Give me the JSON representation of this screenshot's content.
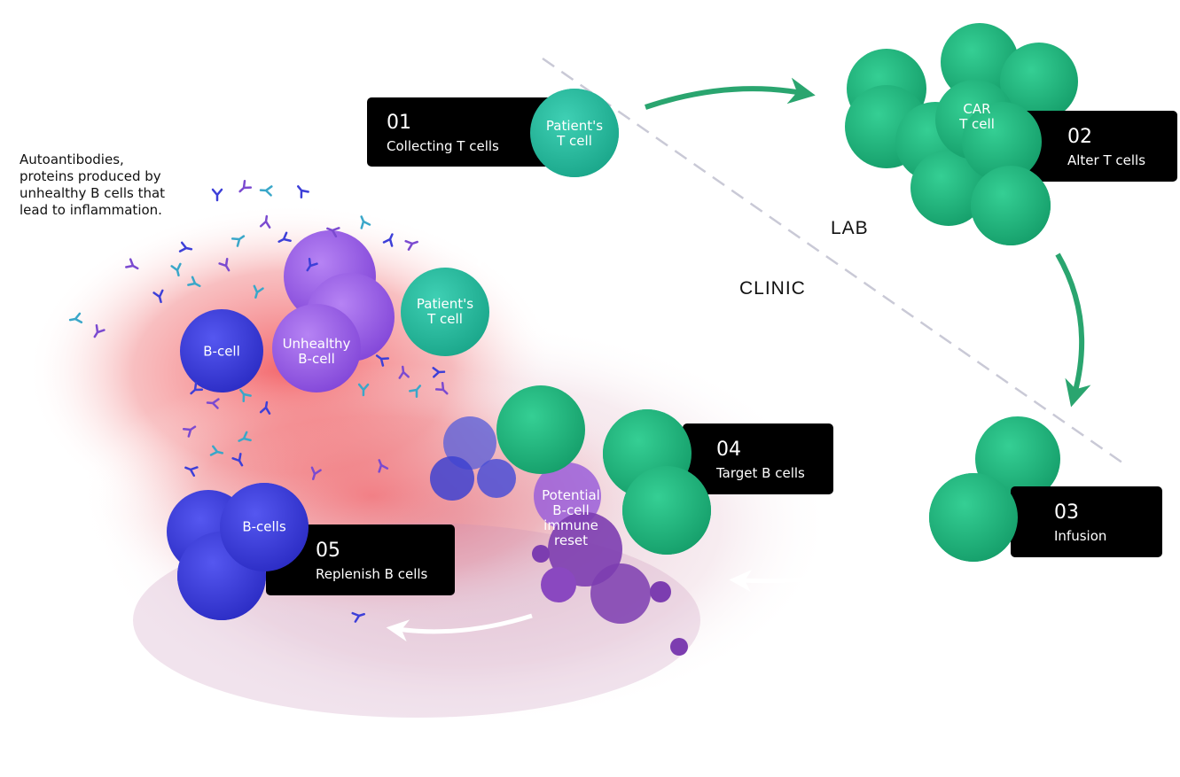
{
  "note": "Autoantibodies,\nproteins produced by\nunhealthy B cells that\nlead to inflammation.",
  "regions": {
    "lab": "LAB",
    "clinic": "CLINIC"
  },
  "steps": [
    {
      "num": "01",
      "label": "Collecting T cells"
    },
    {
      "num": "02",
      "label": "Alter T cells"
    },
    {
      "num": "03",
      "label": "Infusion"
    },
    {
      "num": "04",
      "label": "Target B cells"
    },
    {
      "num": "05",
      "label": "Replenish B cells"
    }
  ],
  "cells": {
    "patient_t_cell_top": "Patient's\nT cell",
    "patient_t_cell_left": "Patient's\nT cell",
    "car_t_cell": "CAR\nT cell",
    "b_cell": "B-cell",
    "unhealthy_b_cell": "Unhealthy\nB-cell",
    "reset": "Potential\nB-cell\nimmune\nreset",
    "b_cells": "B-cells"
  },
  "colors": {
    "t_cell": "#23b89a",
    "car_t_cell": "#22b87e",
    "b_cell": "#3d3fd8",
    "unhealthy_b_cell": "#9a5ee6",
    "reset_blob": "#7c3db0",
    "inflammation": "#ee5a5a",
    "arrow_green": "#2aa56f",
    "step_box": "#000000"
  }
}
